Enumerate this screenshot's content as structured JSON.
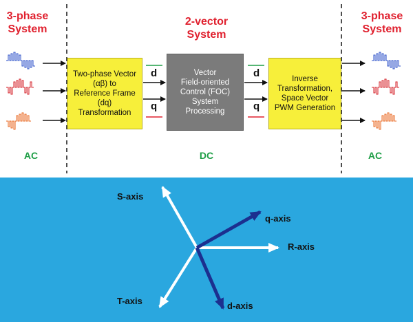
{
  "headers": {
    "left": [
      "3-phase",
      "System"
    ],
    "center": [
      "2-vector",
      "System"
    ],
    "right": [
      "3-phase",
      "System"
    ]
  },
  "bottom_labels": {
    "left": "AC",
    "center": "DC",
    "right": "AC"
  },
  "blocks": {
    "clarke_park": [
      "Two-phase Vector",
      "(αβ) to",
      "Reference Frame",
      "(dq)",
      "Transformation"
    ],
    "foc": [
      "Vector",
      "Field-oriented",
      "Control (FOC)",
      "System",
      "Processing"
    ],
    "inverse": [
      "Inverse",
      "Transformation,",
      "Space Vector",
      "PWM Generation"
    ]
  },
  "signals": {
    "d_in": "d",
    "q_in": "q",
    "d_out": "d",
    "q_out": "q"
  },
  "axes": {
    "s": "S-axis",
    "r": "R-axis",
    "t": "T-axis",
    "q": "q-axis",
    "d": "d-axis"
  },
  "colors": {
    "header_red": "#e0202e",
    "ac_dc_green": "#1e9e46",
    "block_yellow": "#f7ef3a",
    "block_grey": "#7b7b7b",
    "panel_blue": "#2aa7df",
    "dq_axis_navy": "#1c2f8f",
    "phase_blue": "#2d52c8",
    "phase_red": "#d42028",
    "phase_orange": "#e8661e",
    "d_marker_green": "#1e9e46",
    "q_marker_red": "#e0202e"
  }
}
